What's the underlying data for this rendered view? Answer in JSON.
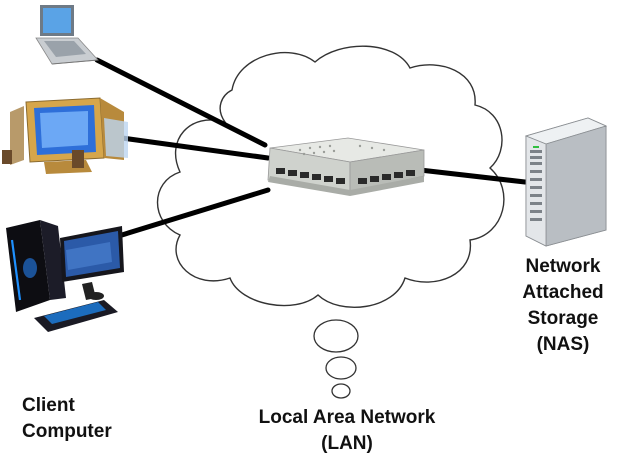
{
  "labels": {
    "client": [
      "Client",
      "Computer"
    ],
    "nas": [
      "Network",
      "Attached",
      "Storage",
      "(NAS)"
    ],
    "lan": [
      "Local Area Network",
      "(LAN)"
    ]
  },
  "devices": [
    {
      "name": "laptop",
      "icon": "laptop-icon"
    },
    {
      "name": "crt-desktop",
      "icon": "crt-desktop-computer-icon"
    },
    {
      "name": "gaming-desktop",
      "icon": "desktop-tower-monitor-icon"
    },
    {
      "name": "network-switch",
      "icon": "network-switch-icon"
    },
    {
      "name": "nas-server",
      "icon": "server-tower-icon"
    }
  ],
  "colors": {
    "cable": "#000000",
    "cloud_stroke": "#333333",
    "cloud_fill": "#ffffff",
    "switch_body": "#d6d8d3",
    "crt_screen": "#2e6fd9",
    "gaming_accent": "#1e90ff",
    "nas_body": "#c9cdd1"
  }
}
